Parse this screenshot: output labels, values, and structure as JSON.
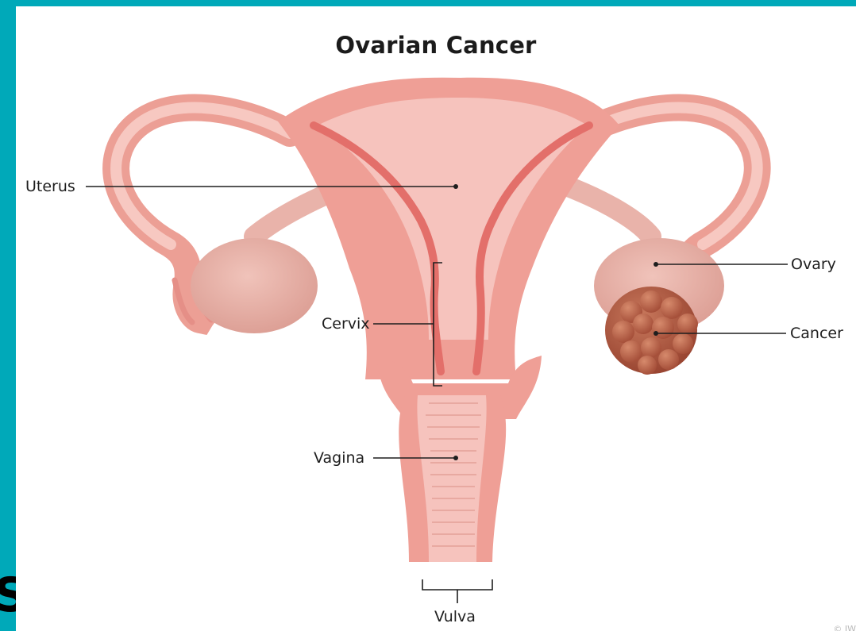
{
  "diagram": {
    "title": "Ovarian Cancer",
    "labels": {
      "uterus": "Uterus",
      "cervix": "Cervix",
      "vagina": "Vagina",
      "vulva": "Vulva",
      "ovary": "Ovary",
      "cancer": "Cancer"
    },
    "credit": "© IW",
    "edge_glyph": "S"
  },
  "colors": {
    "frame": "#00a9b9",
    "tissue_light": "#f6c3bd",
    "tissue_mid": "#ef9f96",
    "tissue_dark": "#e36f6a",
    "ovary": "#e4aaa0",
    "tumor": "#b95a43"
  }
}
